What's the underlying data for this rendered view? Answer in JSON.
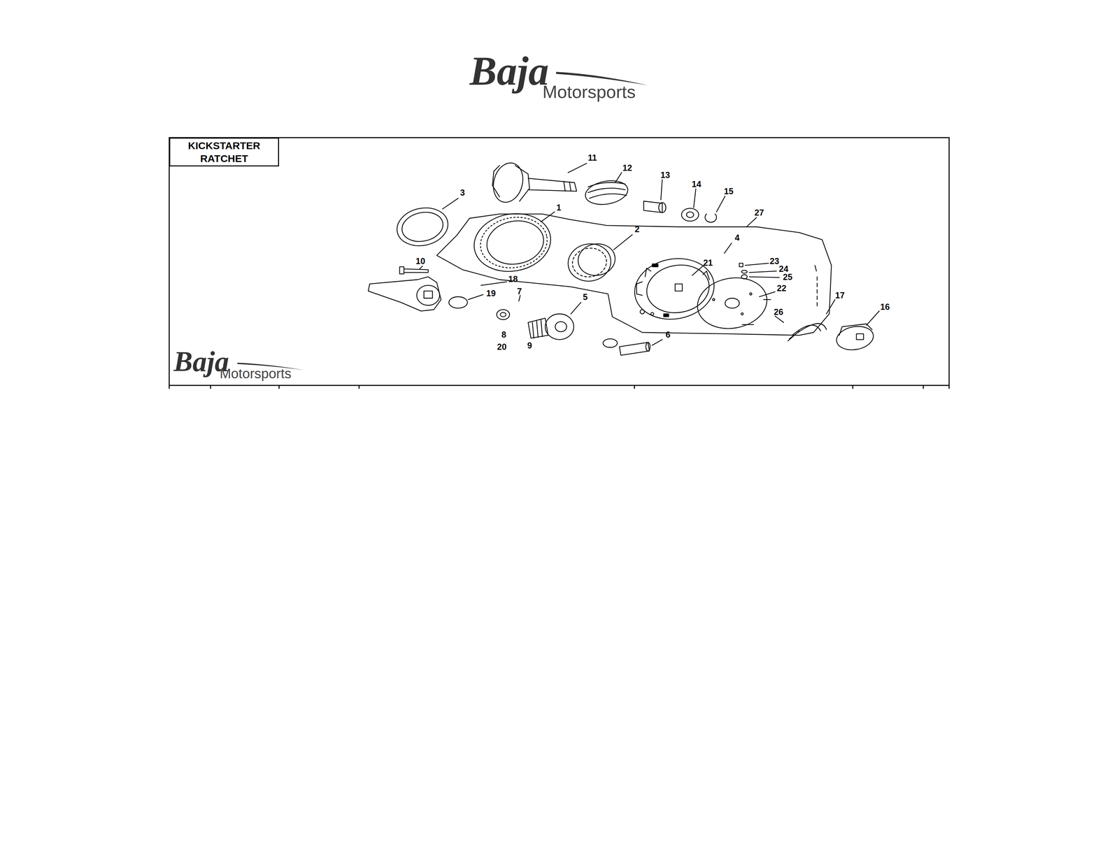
{
  "diagram": {
    "nodes": [
      {
        "text": [
          "KICKSTARTER RATCHET"
        ]
      }
    ],
    "labels": [
      "Baja",
      "Motorsports",
      "11",
      "12",
      "13",
      "14",
      "15",
      "3",
      "27",
      "1",
      "2",
      "4",
      "21",
      "23",
      "24",
      "10",
      "25",
      "18",
      "22",
      "7",
      "19",
      "17",
      "16",
      "5",
      "26",
      "8",
      "6",
      "20",
      "9",
      "Baja",
      "Motorsports"
    ]
  }
}
